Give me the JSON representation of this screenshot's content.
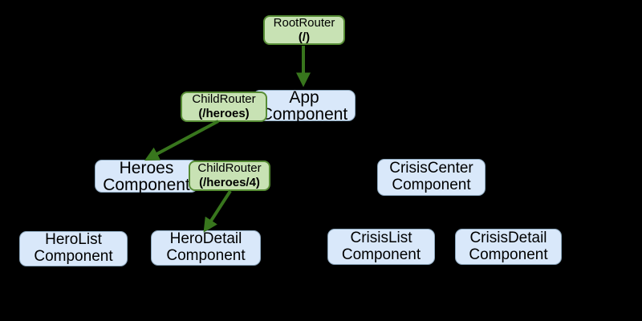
{
  "colors": {
    "background": "#000000",
    "text": "#000000",
    "router_fill": "#c8e2b4",
    "router_border": "#568c35",
    "component_fill": "#d9e8fa",
    "component_border": "#8ea9bf",
    "arrow": "#38761d"
  },
  "nodes": {
    "root_router": {
      "line1": "RootRouter",
      "line2": "(/)"
    },
    "child_router_heroes": {
      "line1": "ChildRouter",
      "line2": "(/heroes)"
    },
    "child_router_heroes4": {
      "line1": "ChildRouter",
      "line2": "(/heroes/4)"
    },
    "app": {
      "line1": "App",
      "line2": "Component"
    },
    "heroes": {
      "line1": "Heroes",
      "line2": "Component"
    },
    "crisis_center": {
      "line1": "CrisisCenter",
      "line2": "Component"
    },
    "hero_list": {
      "line1": "HeroList",
      "line2": "Component"
    },
    "hero_detail": {
      "line1": "HeroDetail",
      "line2": "Component"
    },
    "crisis_list": {
      "line1": "CrisisList",
      "line2": "Component"
    },
    "crisis_detail": {
      "line1": "CrisisDetail",
      "line2": "Component"
    }
  },
  "edges": [
    {
      "from": "RootRouter (/)",
      "to": "App Component"
    },
    {
      "from": "ChildRouter (/heroes)",
      "to": "Heroes Component"
    },
    {
      "from": "ChildRouter (/heroes/4)",
      "to": "HeroDetail Component"
    }
  ]
}
